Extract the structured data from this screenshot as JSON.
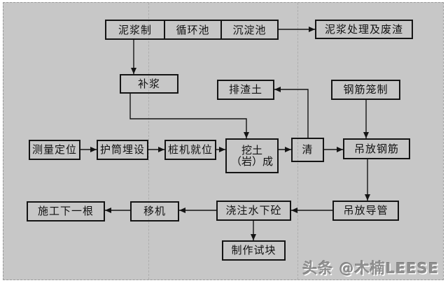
{
  "colors": {
    "canvas-bg": "#c7c7c7",
    "frame-border": "#9b9b9b",
    "guide": "#aeaeae",
    "box-border": "#141414",
    "line": "#141414",
    "watermark": "#8f8f8f"
  },
  "watermark": {
    "text": "头条 @木楠LEESE"
  },
  "nodes": {
    "mud_making": {
      "label": "泥浆制"
    },
    "circulation_pool": {
      "label": "循环池"
    },
    "sedimentation_pool": {
      "label": "沉淀池"
    },
    "mud_treatment": {
      "label": "泥浆处理及废渣"
    },
    "replenish_mud": {
      "label": "补浆"
    },
    "discharge_soil": {
      "label": "排渣土"
    },
    "rebar_cage": {
      "label": "钢筋笼制"
    },
    "survey_positioning": {
      "label": "测量定位"
    },
    "casing_embedding": {
      "label": "护筒埋设"
    },
    "pile_rig_in_place": {
      "label": "桩机就位"
    },
    "excavation": {
      "line1": "挖土",
      "line2": "（岩）成"
    },
    "cleaning": {
      "label": "清"
    },
    "lower_rebar": {
      "label": "吊放钢筋"
    },
    "next_pile": {
      "label": "施工下一根"
    },
    "move_rig": {
      "label": "移机"
    },
    "underwater_concrete": {
      "label": "浇注水下砼"
    },
    "lower_tremie": {
      "label": "吊放导管"
    },
    "test_block": {
      "label": "制作试块"
    }
  }
}
